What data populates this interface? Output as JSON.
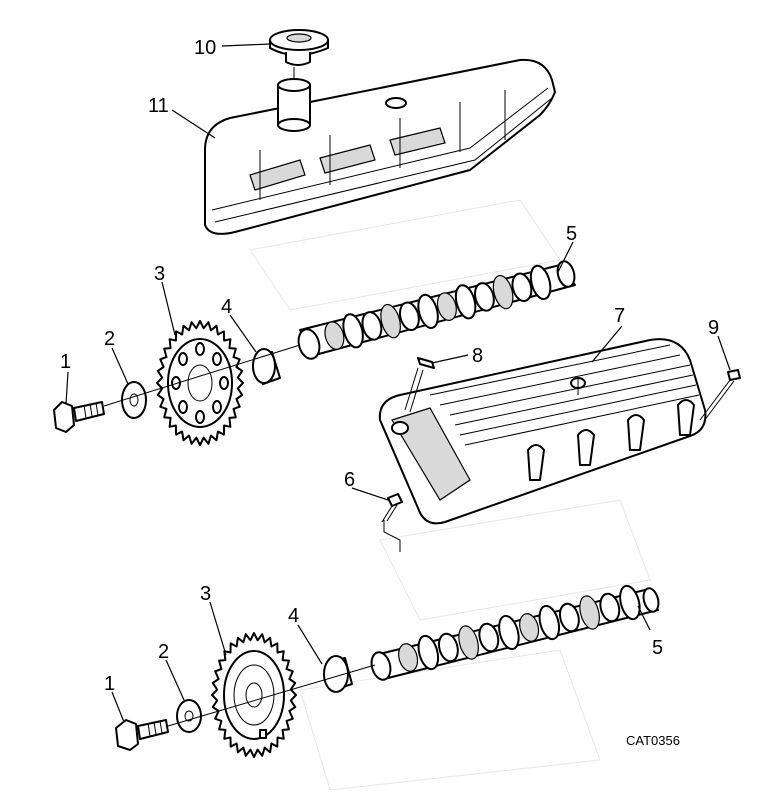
{
  "figure": {
    "reference_code": "CAT0356"
  },
  "callouts": {
    "c10": "10",
    "c11": "11",
    "c5_upper": "5",
    "c3_upper": "3",
    "c4_upper": "4",
    "c2_upper": "2",
    "c1_upper": "1",
    "c8": "8",
    "c7": "7",
    "c9": "9",
    "c6": "6",
    "c3_lower": "3",
    "c4_lower": "4",
    "c2_lower": "2",
    "c1_lower": "1",
    "c5_lower": "5"
  }
}
